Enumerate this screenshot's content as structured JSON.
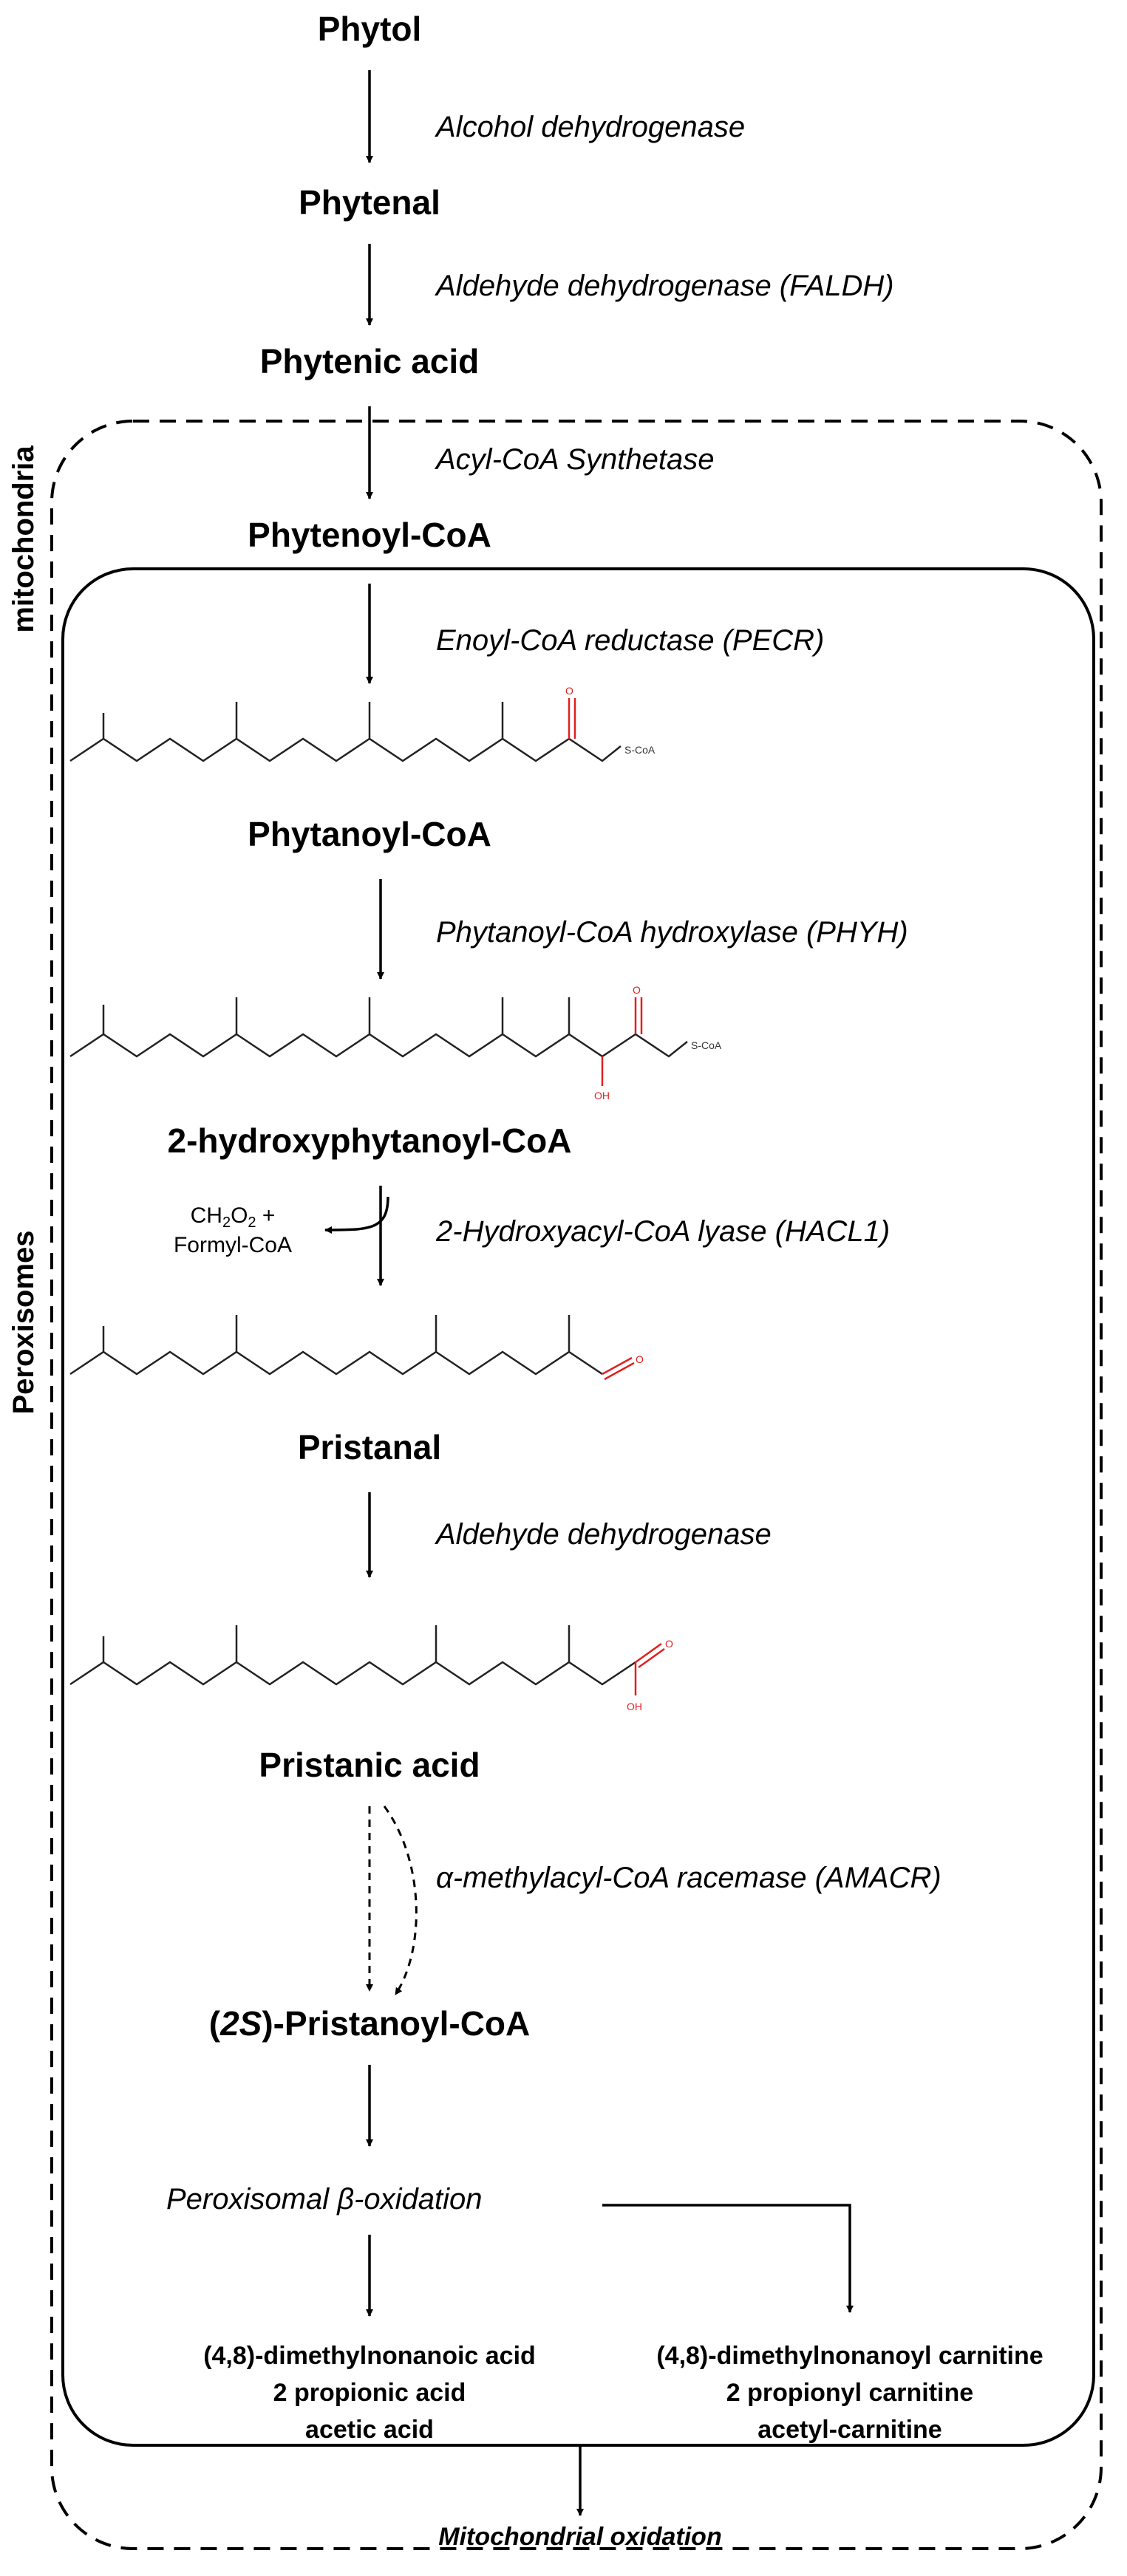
{
  "compartments": {
    "mitochondria_label": "mitochondria",
    "peroxisomes_label": "Peroxisomes"
  },
  "compounds": {
    "phytol": "Phytol",
    "phytenal": "Phytenal",
    "phytenic_acid": "Phytenic acid",
    "phytenoyl_coa": "Phytenoyl-CoA",
    "phytanoyl_coa": "Phytanoyl-CoA",
    "hydroxyphytanoyl_coa": "2-hydroxyphytanoyl-CoA",
    "pristanal": "Pristanal",
    "pristanic_acid": "Pristanic acid",
    "pristanoyl_open": "(",
    "pristanoyl_stereo": "2S",
    "pristanoyl_rest": ")-Pristanoyl-CoA"
  },
  "enzymes": {
    "e1": "Alcohol dehydrogenase",
    "e2": "Aldehyde dehydrogenase (FALDH)",
    "e3": "Acyl-CoA Synthetase",
    "e4": "Enoyl-CoA reductase (PECR)",
    "e5": "Phytanoyl-CoA hydroxylase (PHYH)",
    "e6": "2-Hydroxyacyl-CoA lyase (HACL1)",
    "e7": "Aldehyde dehydrogenase",
    "e8": "α-methylacyl-CoA racemase (AMACR)"
  },
  "byproducts": {
    "line1_base": "CH",
    "line1_sub1": "2",
    "line1_mid": "O",
    "line1_sub2": "2",
    "line1_end": " +",
    "line2": "Formyl-CoA"
  },
  "structures": {
    "s_coa": "S-CoA",
    "oh": "OH",
    "o": "O"
  },
  "beta_oxidation": "Peroxisomal β-oxidation",
  "products_left": [
    "(4,8)-dimethylnonanoic acid",
    "2 propionic acid",
    "acetic acid"
  ],
  "products_right": [
    "(4,8)-dimethylnonanoyl carnitine",
    "2 propionyl carnitine",
    "acetyl-carnitine"
  ],
  "final": "Mitochondrial oxidation"
}
